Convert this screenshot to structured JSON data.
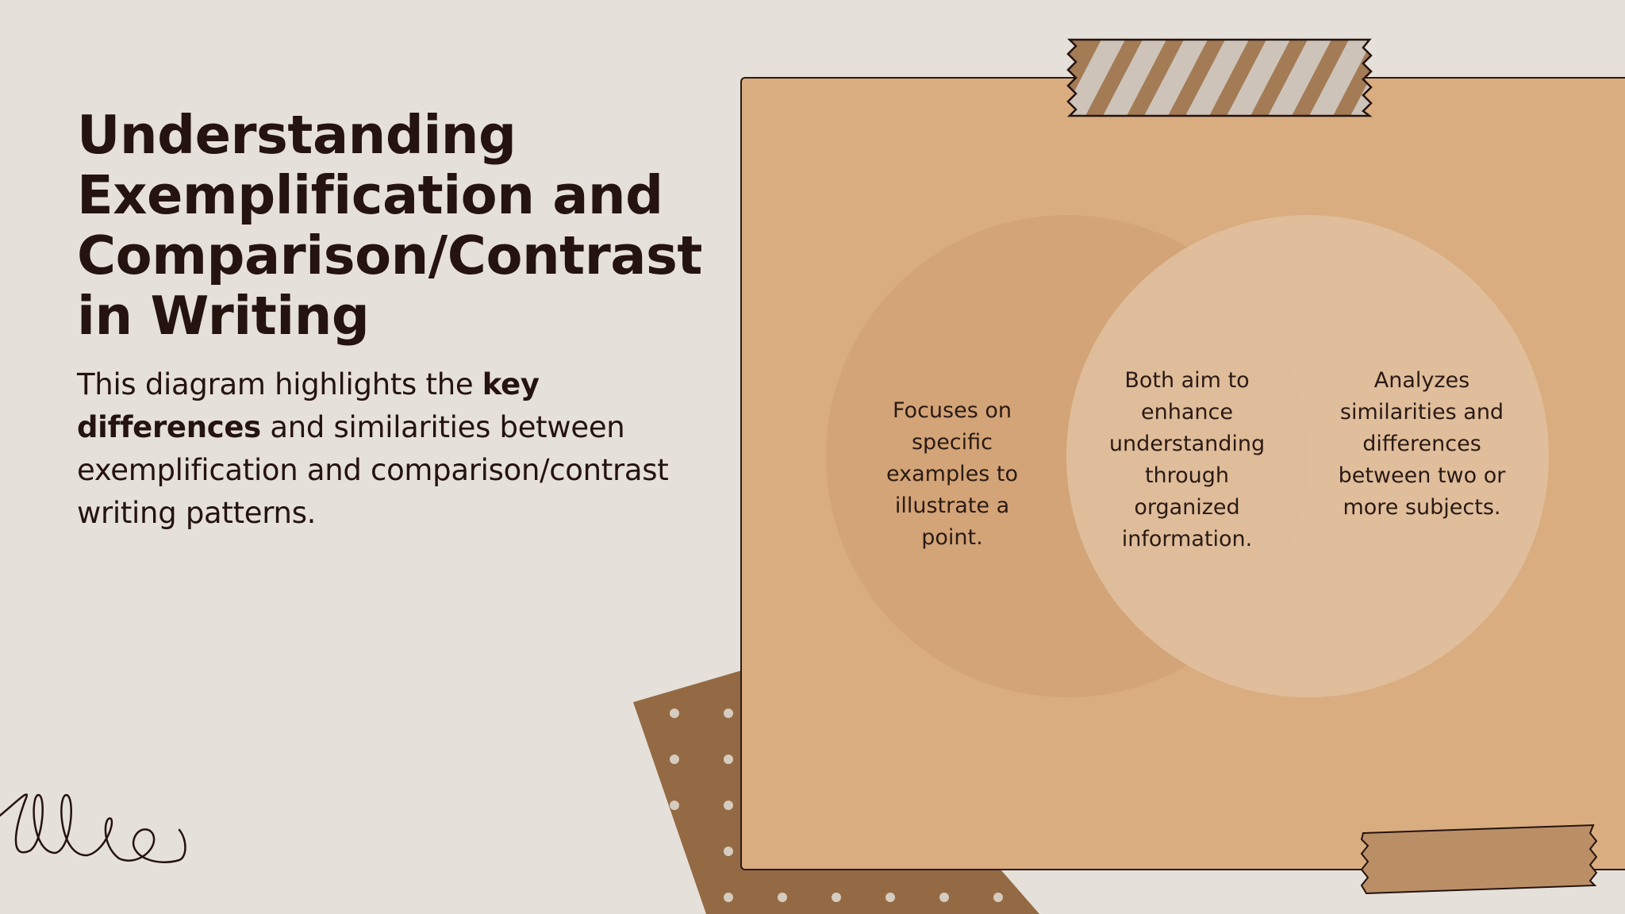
{
  "slide": {
    "title": "Understanding Exemplification and Comparison/Contrast in Writing",
    "subtitle": {
      "prefix": "This diagram highlights the ",
      "bold": "key differences",
      "suffix": " and similarities between exemplification and comparison/contrast writing patterns."
    }
  },
  "venn": {
    "left_text": "Focuses on specific examples to illustrate a point.",
    "center_text": "Both aim to enhance understanding through organized information.",
    "right_text": "Analyzes similarities and differences between two or more subjects."
  },
  "colors": {
    "background": "#e5e0d9",
    "board": "#d9ad7f",
    "dark_paper": "#936a43",
    "text": "#24130f",
    "tape_stripe_dark": "#a37b55",
    "tape_stripe_light": "#cdc3b9",
    "tape_plain": "#bb8f66"
  },
  "icons": {
    "squiggle": "loop-doodle-icon",
    "tape_top": "striped-tape-icon",
    "tape_bottom": "plain-tape-icon",
    "dotted_paper": "dotted-paper-icon"
  }
}
